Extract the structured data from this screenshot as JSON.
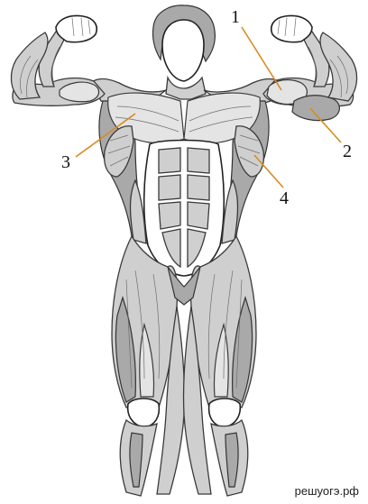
{
  "labels": [
    {
      "id": "1",
      "text": "1",
      "target": "biceps"
    },
    {
      "id": "2",
      "text": "2",
      "target": "forearm-flexors"
    },
    {
      "id": "3",
      "text": "3",
      "target": "pectoralis-major"
    },
    {
      "id": "4",
      "text": "4",
      "target": "serratus-anterior"
    }
  ],
  "watermark": "решуогэ.рф",
  "colors": {
    "leader": "#d98a1f",
    "muscle": "#cfcfcf",
    "outline": "#222222"
  }
}
